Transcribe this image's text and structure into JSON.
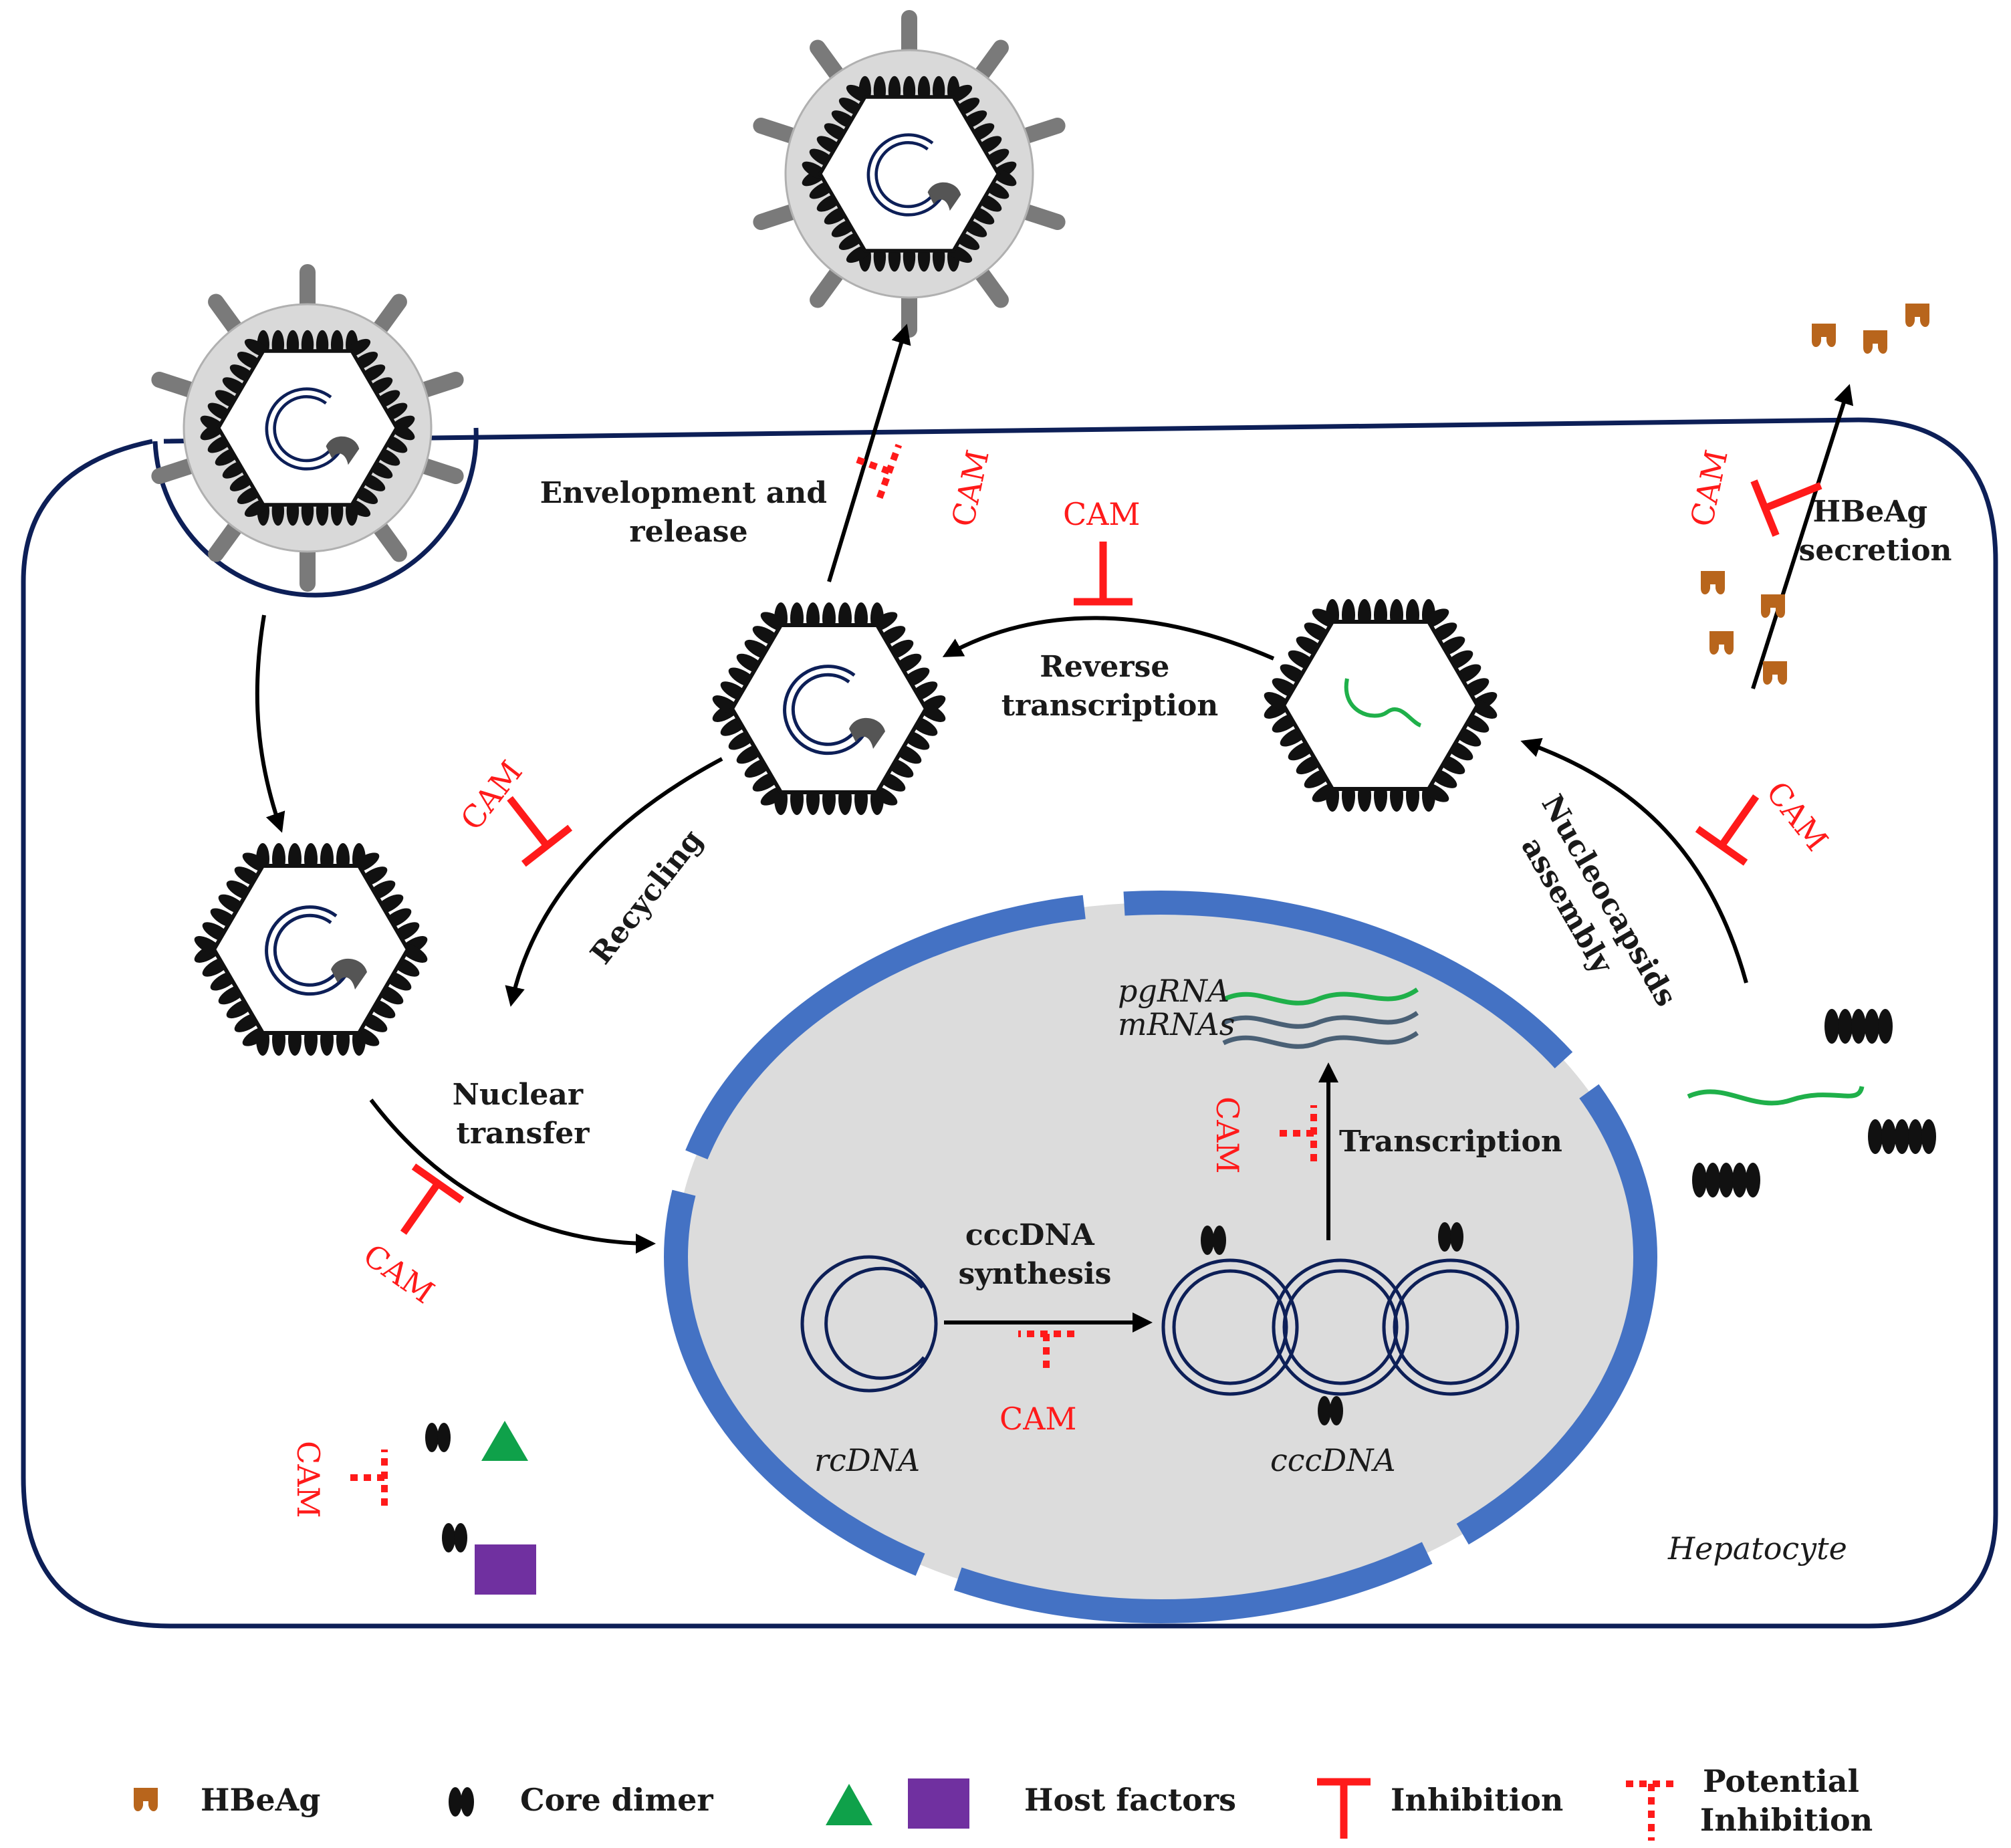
{
  "labels": {
    "envelopment": [
      "Envelopment and",
      "release"
    ],
    "reverse_transcription": [
      "Reverse",
      "transcription"
    ],
    "hbeag_secretion": [
      "HBeAg",
      "secretion"
    ],
    "recycling": "Recycling",
    "nucleocapsids_assembly": [
      "Nucleocapsids",
      "assembly"
    ],
    "nuclear_transfer": [
      "Nuclear",
      "transfer"
    ],
    "cccdna_synthesis": [
      "cccDNA",
      "synthesis"
    ],
    "transcription": "Transcription",
    "pgrna": "pgRNA",
    "mrnas": "mRNAs",
    "rcdna": "rcDNA",
    "cccdna": "cccDNA",
    "hepatocyte": "Hepatocyte"
  },
  "cam_label": "CAM",
  "legend": {
    "hbeag": "HBeAg",
    "core_dimer": "Core dimer",
    "host_factors": "Host factors",
    "inhibition": "Inhibition",
    "potential_inhibition": [
      "Potential",
      "Inhibition"
    ]
  },
  "colors": {
    "cell_membrane": "#0d1f57",
    "nucleus_fill": "#dcdcdc",
    "nuclear_envelope": "#4472c4",
    "inhibition": "#ff1a1a",
    "pgrna": "#1fb04a",
    "mrna": "#4a6075",
    "hbeag": "#b8651c",
    "host_factor_triangle": "#0fa14a",
    "host_factor_square": "#7030a0",
    "envelope_fill": "#d9d9d9",
    "surface_protein": "#7a7a7a",
    "core": "#111111"
  }
}
